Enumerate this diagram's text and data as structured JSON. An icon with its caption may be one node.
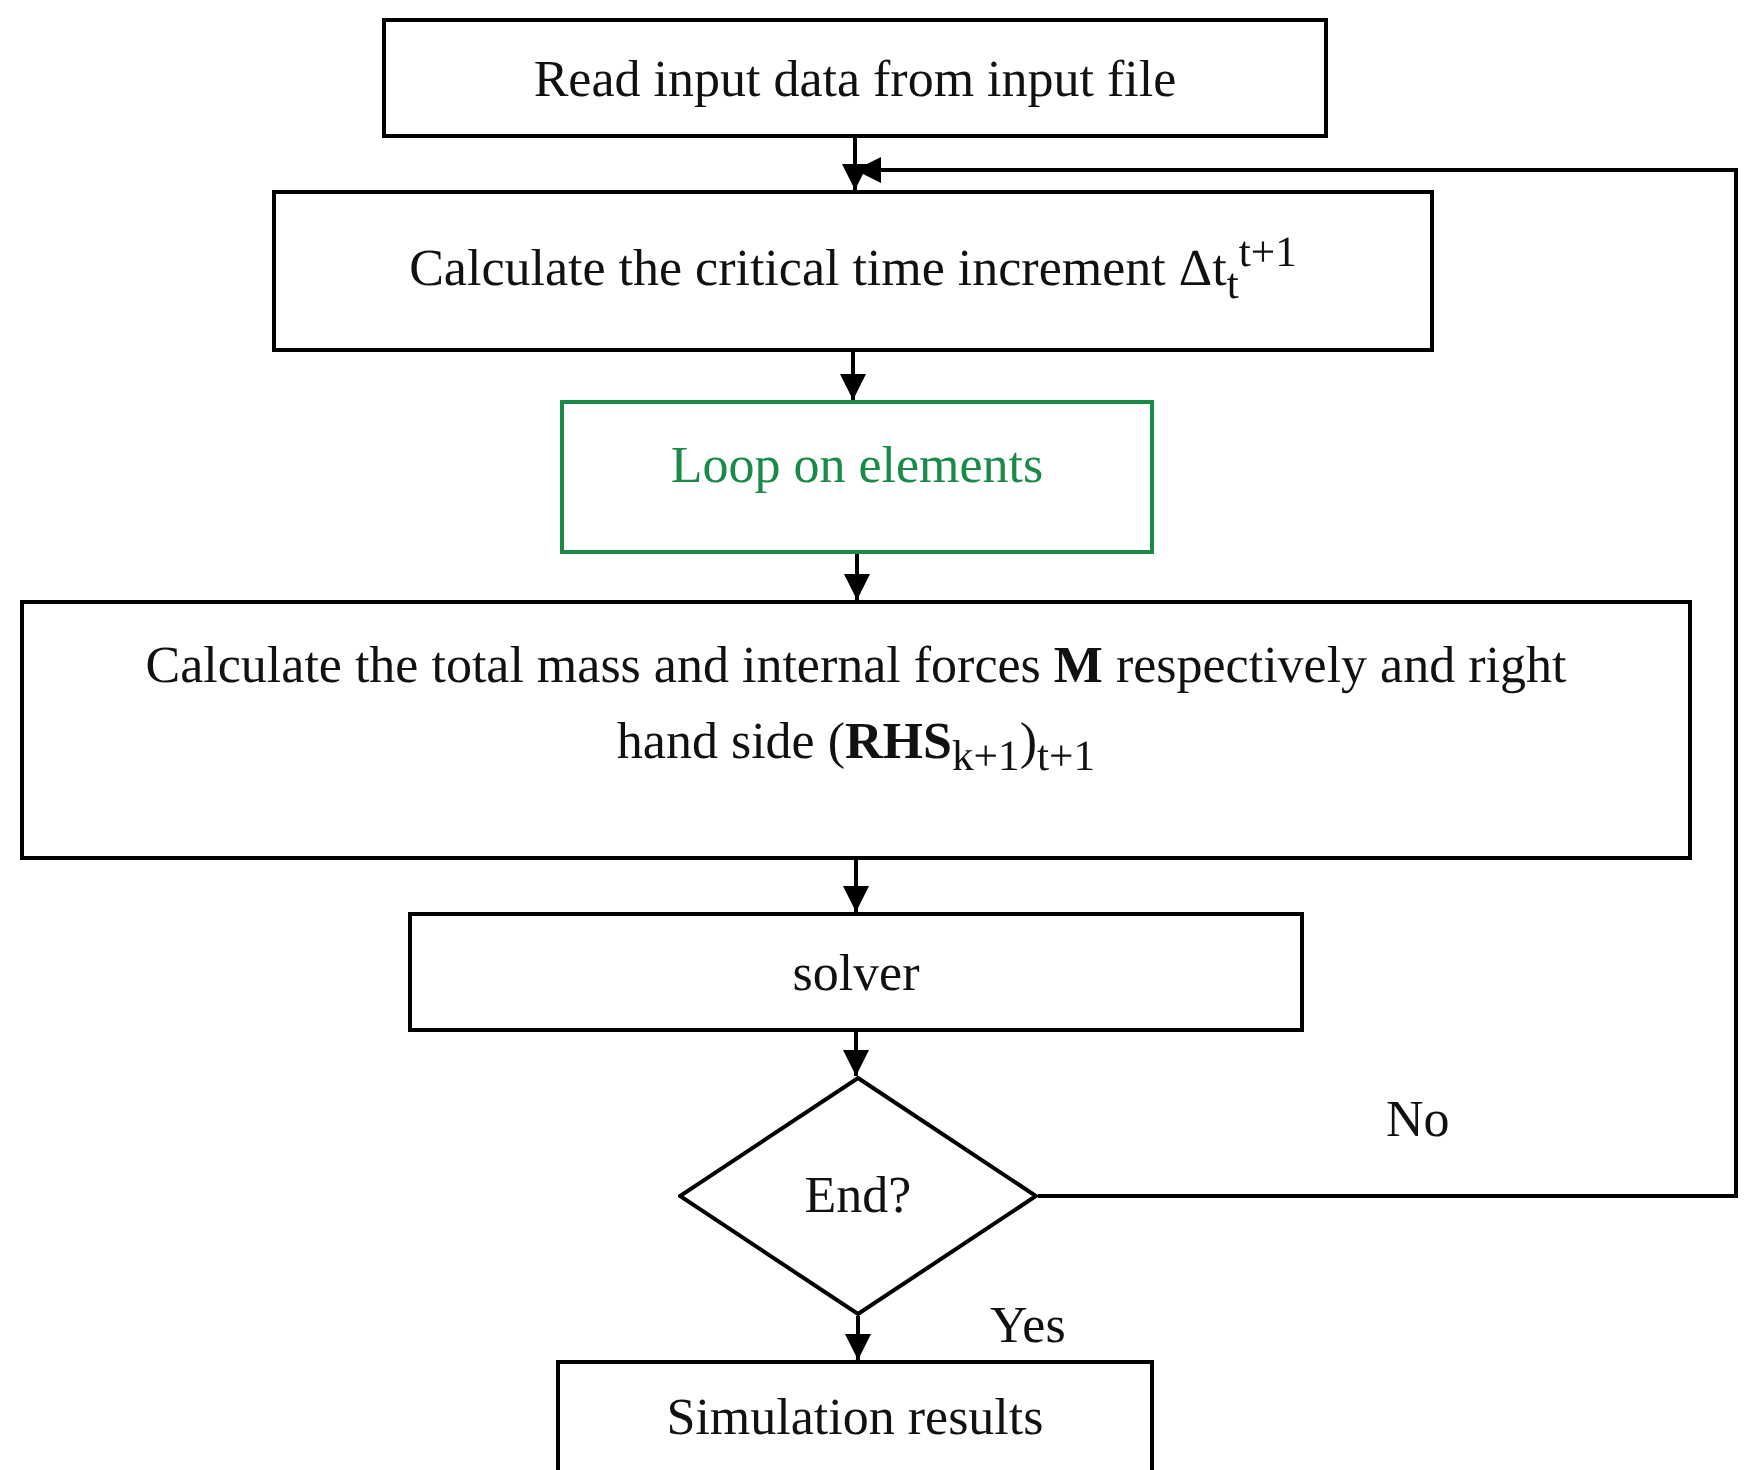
{
  "diagram": {
    "nodes": [
      {
        "text": [
          "Read input data from input file"
        ]
      },
      {
        "text": [
          "Calculate the critical time increment Δt$_{t}$$^{t+1}$"
        ]
      },
      {
        "text": [
          "Loop on elements"
        ]
      },
      {
        "text": [
          "Calculate the total mass and internal forces **M** respectively and right hand side (**RHS**$_{k+1}$)$_{t+1}$"
        ]
      },
      {
        "text": [
          "solver"
        ]
      },
      {
        "text": [
          "End?"
        ]
      },
      {
        "text": [
          "Simulation results"
        ]
      }
    ],
    "edges": [
      {
        "from": 0,
        "to": 1,
        "arrow": "to"
      },
      {
        "from": 1,
        "to": 2,
        "arrow": "to"
      },
      {
        "from": 2,
        "to": 3,
        "arrow": "to"
      },
      {
        "from": 3,
        "to": 4,
        "arrow": "to"
      },
      {
        "from": 4,
        "to": 5,
        "arrow": "to"
      },
      {
        "from": 5,
        "to": 6,
        "arrow": "to",
        "label": "Yes"
      },
      {
        "from": 5,
        "to": 1,
        "arrow": "to",
        "label": "No"
      }
    ]
  }
}
